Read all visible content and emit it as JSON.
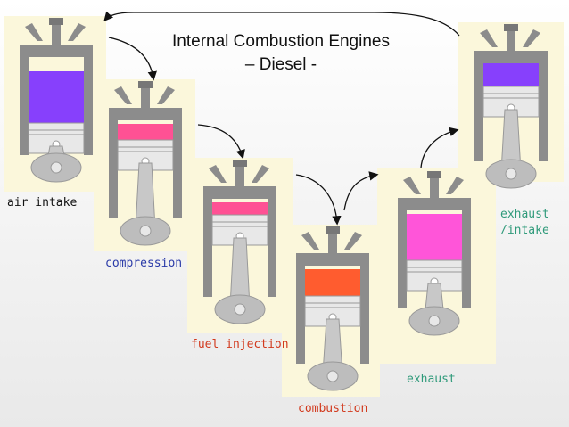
{
  "title": {
    "line1": "Internal Combustion Engines",
    "line2": "– Diesel -"
  },
  "stages": [
    {
      "label": "air intake",
      "label_color": "#111111",
      "icon": "engine-cylinder-icon"
    },
    {
      "label": "compression",
      "label_color": "#2a3aa8",
      "icon": "engine-cylinder-icon"
    },
    {
      "label": "fuel injection",
      "label_color": "#d23a1e",
      "icon": "engine-cylinder-icon"
    },
    {
      "label": "combustion",
      "label_color": "#d23a1e",
      "icon": "engine-cylinder-icon"
    },
    {
      "label": "exhaust",
      "label_color": "#2f9a7a",
      "icon": "engine-cylinder-icon"
    },
    {
      "label1": "exhaust",
      "label2": "/intake",
      "label_color": "#2f9a7a",
      "icon": "engine-cylinder-icon"
    }
  ],
  "colors": {
    "panel_bg": "#fbf7db",
    "engine_gray": "#8c8c8c",
    "air": "#7a2bff",
    "compressed": "#ff3e8c",
    "burn": "#ff4a1c",
    "exhaust": "#ff42d8"
  }
}
